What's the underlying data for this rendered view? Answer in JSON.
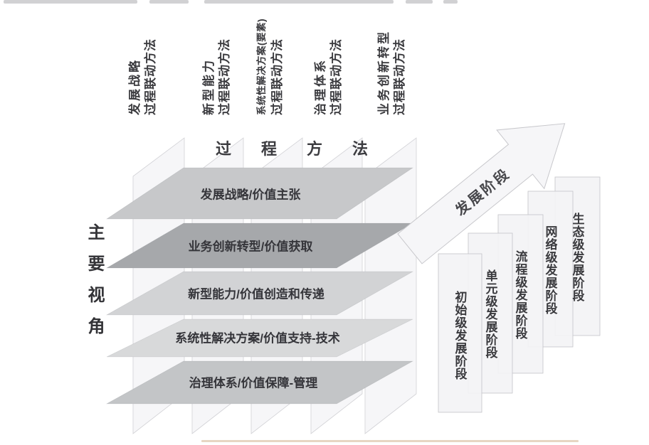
{
  "header": {
    "process_method": "过程方法"
  },
  "left_axis": {
    "label": "主要视角"
  },
  "process_columns": [
    {
      "title": "发展战略",
      "subtitle": "过程联动方法"
    },
    {
      "title": "新型能力",
      "subtitle": "过程联动方法"
    },
    {
      "title": "系统性解决方案(要素)",
      "subtitle": "过程联动方法"
    },
    {
      "title": "治理体系",
      "subtitle": "过程联动方法"
    },
    {
      "title": "业务创新转型",
      "subtitle": "过程联动方法"
    }
  ],
  "planes": [
    {
      "label": "发展战略/价值主张",
      "fill": "#c7c8ca"
    },
    {
      "label": "业务创新转型/价值获取",
      "fill": "#a6a8ab"
    },
    {
      "label": "新型能力/价值创造和传递",
      "fill": "#d2d3d5"
    },
    {
      "label": "系统性解决方案/价值支持-技术",
      "fill": "#d8d9da"
    },
    {
      "label": "治理体系/价值保障-管理",
      "fill": "#c3c5c7"
    }
  ],
  "development_axis": {
    "label": "发展阶段",
    "arrow_fill": "#f6f6f8"
  },
  "stages": [
    {
      "label": "初始级发展阶段"
    },
    {
      "label": "单元级发展阶段"
    },
    {
      "label": "流程级发展阶段"
    },
    {
      "label": "网络级发展阶段"
    },
    {
      "label": "生态级发展阶段"
    }
  ],
  "colors": {
    "sheet_fill": "#eeeef1",
    "bar_fill": "#f3f3f5",
    "plane_text": "#36363a"
  }
}
